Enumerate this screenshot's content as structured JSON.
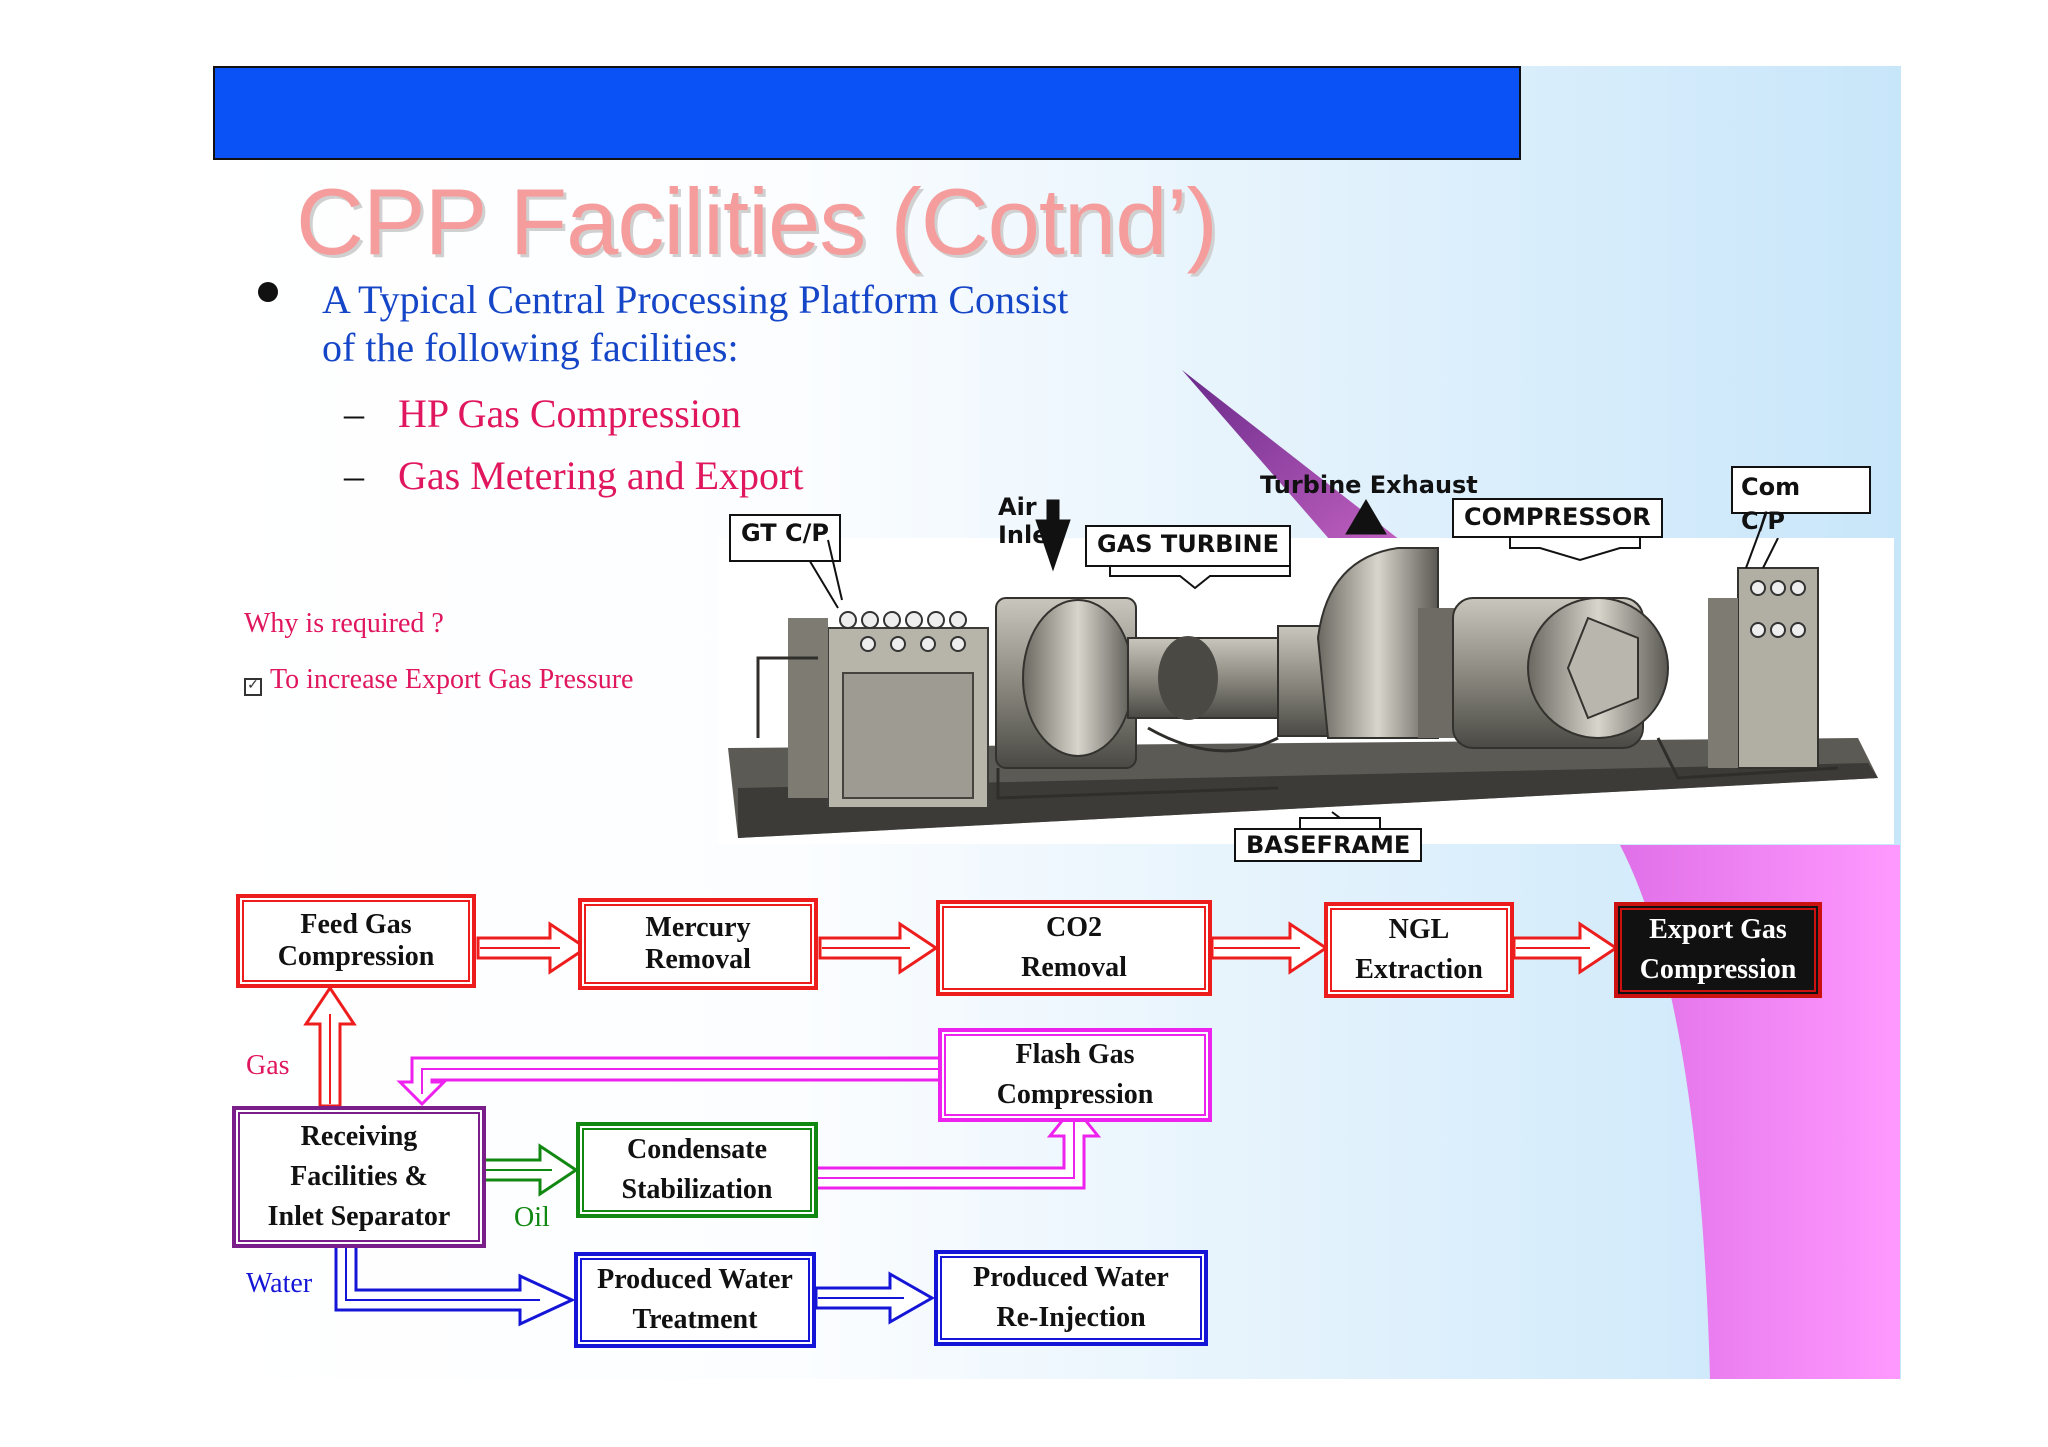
{
  "title": "CPP Facilities (Cotnd’)",
  "intro": {
    "line1": "A Typical Central Processing Platform Consist",
    "line2": "of the following facilities:"
  },
  "facilities": [
    "HP Gas Compression",
    "Gas Metering and Export"
  ],
  "dash": "–",
  "why": "Why is required ?",
  "reason": "To increase Export Gas Pressure",
  "photo_labels": {
    "gt_cp": "GT C/P",
    "air_inlet_1": "Air",
    "air_inlet_2": "Inlet",
    "gas_turbine": "GAS TURBINE",
    "turbine_exhaust": "Turbine Exhaust",
    "compressor": "COMPRESSOR",
    "com_cp_1": "Com",
    "com_cp_2": "C/P",
    "baseframe": "BASEFRAME"
  },
  "flow": {
    "feed_gas": [
      "Feed Gas",
      "Compression"
    ],
    "mercury": [
      "Mercury",
      "Removal"
    ],
    "co2": [
      "CO2",
      "Removal"
    ],
    "ngl": [
      "NGL",
      "Extraction"
    ],
    "export_gas": [
      "Export Gas",
      "Compression"
    ],
    "flash_gas": [
      "Flash Gas",
      "Compression"
    ],
    "receiving": [
      "Receiving",
      "Facilities &",
      "Inlet Separator"
    ],
    "condensate": [
      "Condensate",
      "Stabilization"
    ],
    "pw_treatment": [
      "Produced Water",
      "Treatment"
    ],
    "pw_reinjection": [
      "Produced Water",
      "Re-Injection"
    ],
    "gas_label": "Gas",
    "oil_label": "Oil",
    "water_label": "Water"
  },
  "colors": {
    "title": "#f59d9d",
    "blue_bar": "#0a52f5",
    "intro_text": "#1646c8",
    "accent": "#e0165e",
    "red": "#ee1d1d",
    "magenta": "#ee22ee",
    "green": "#118811",
    "blue": "#1515d8",
    "purple": "#7a1f8a"
  }
}
